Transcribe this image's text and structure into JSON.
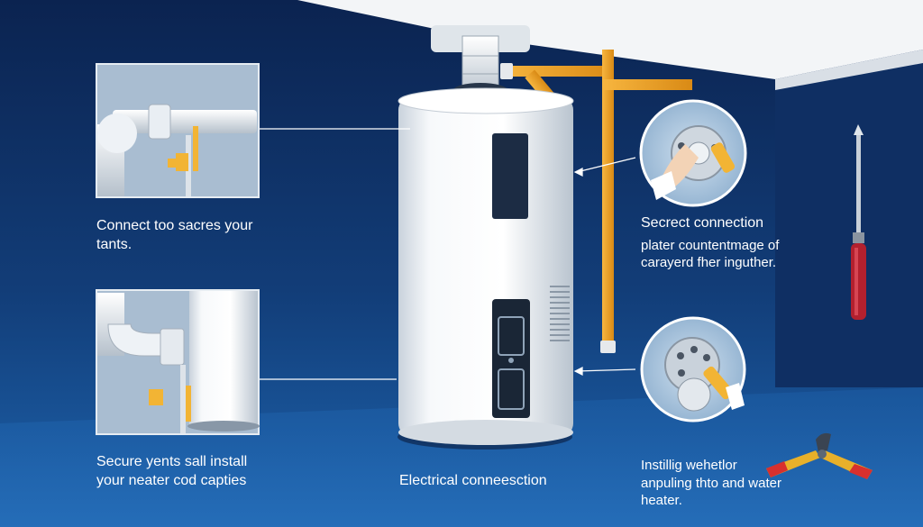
{
  "captions": {
    "top_left": [
      "Connect too sacres your",
      "tants."
    ],
    "bottom_left": [
      "Secure yents sall install",
      "your neater cod capties"
    ],
    "bottom_center": "Electrical conneesction",
    "right_top": {
      "title": "Secrect connection",
      "body": [
        "plater countentmage of",
        "carayerd fher inguther."
      ]
    },
    "right_bottom": [
      "Instillig wehetlor",
      "anpuling thto and water",
      "heater."
    ]
  },
  "colors": {
    "background_dark": "#0b2550",
    "background_mid": "#1b5aa0",
    "pipe_orange": "#f2a62b",
    "heater_white": "#eef2f6"
  }
}
